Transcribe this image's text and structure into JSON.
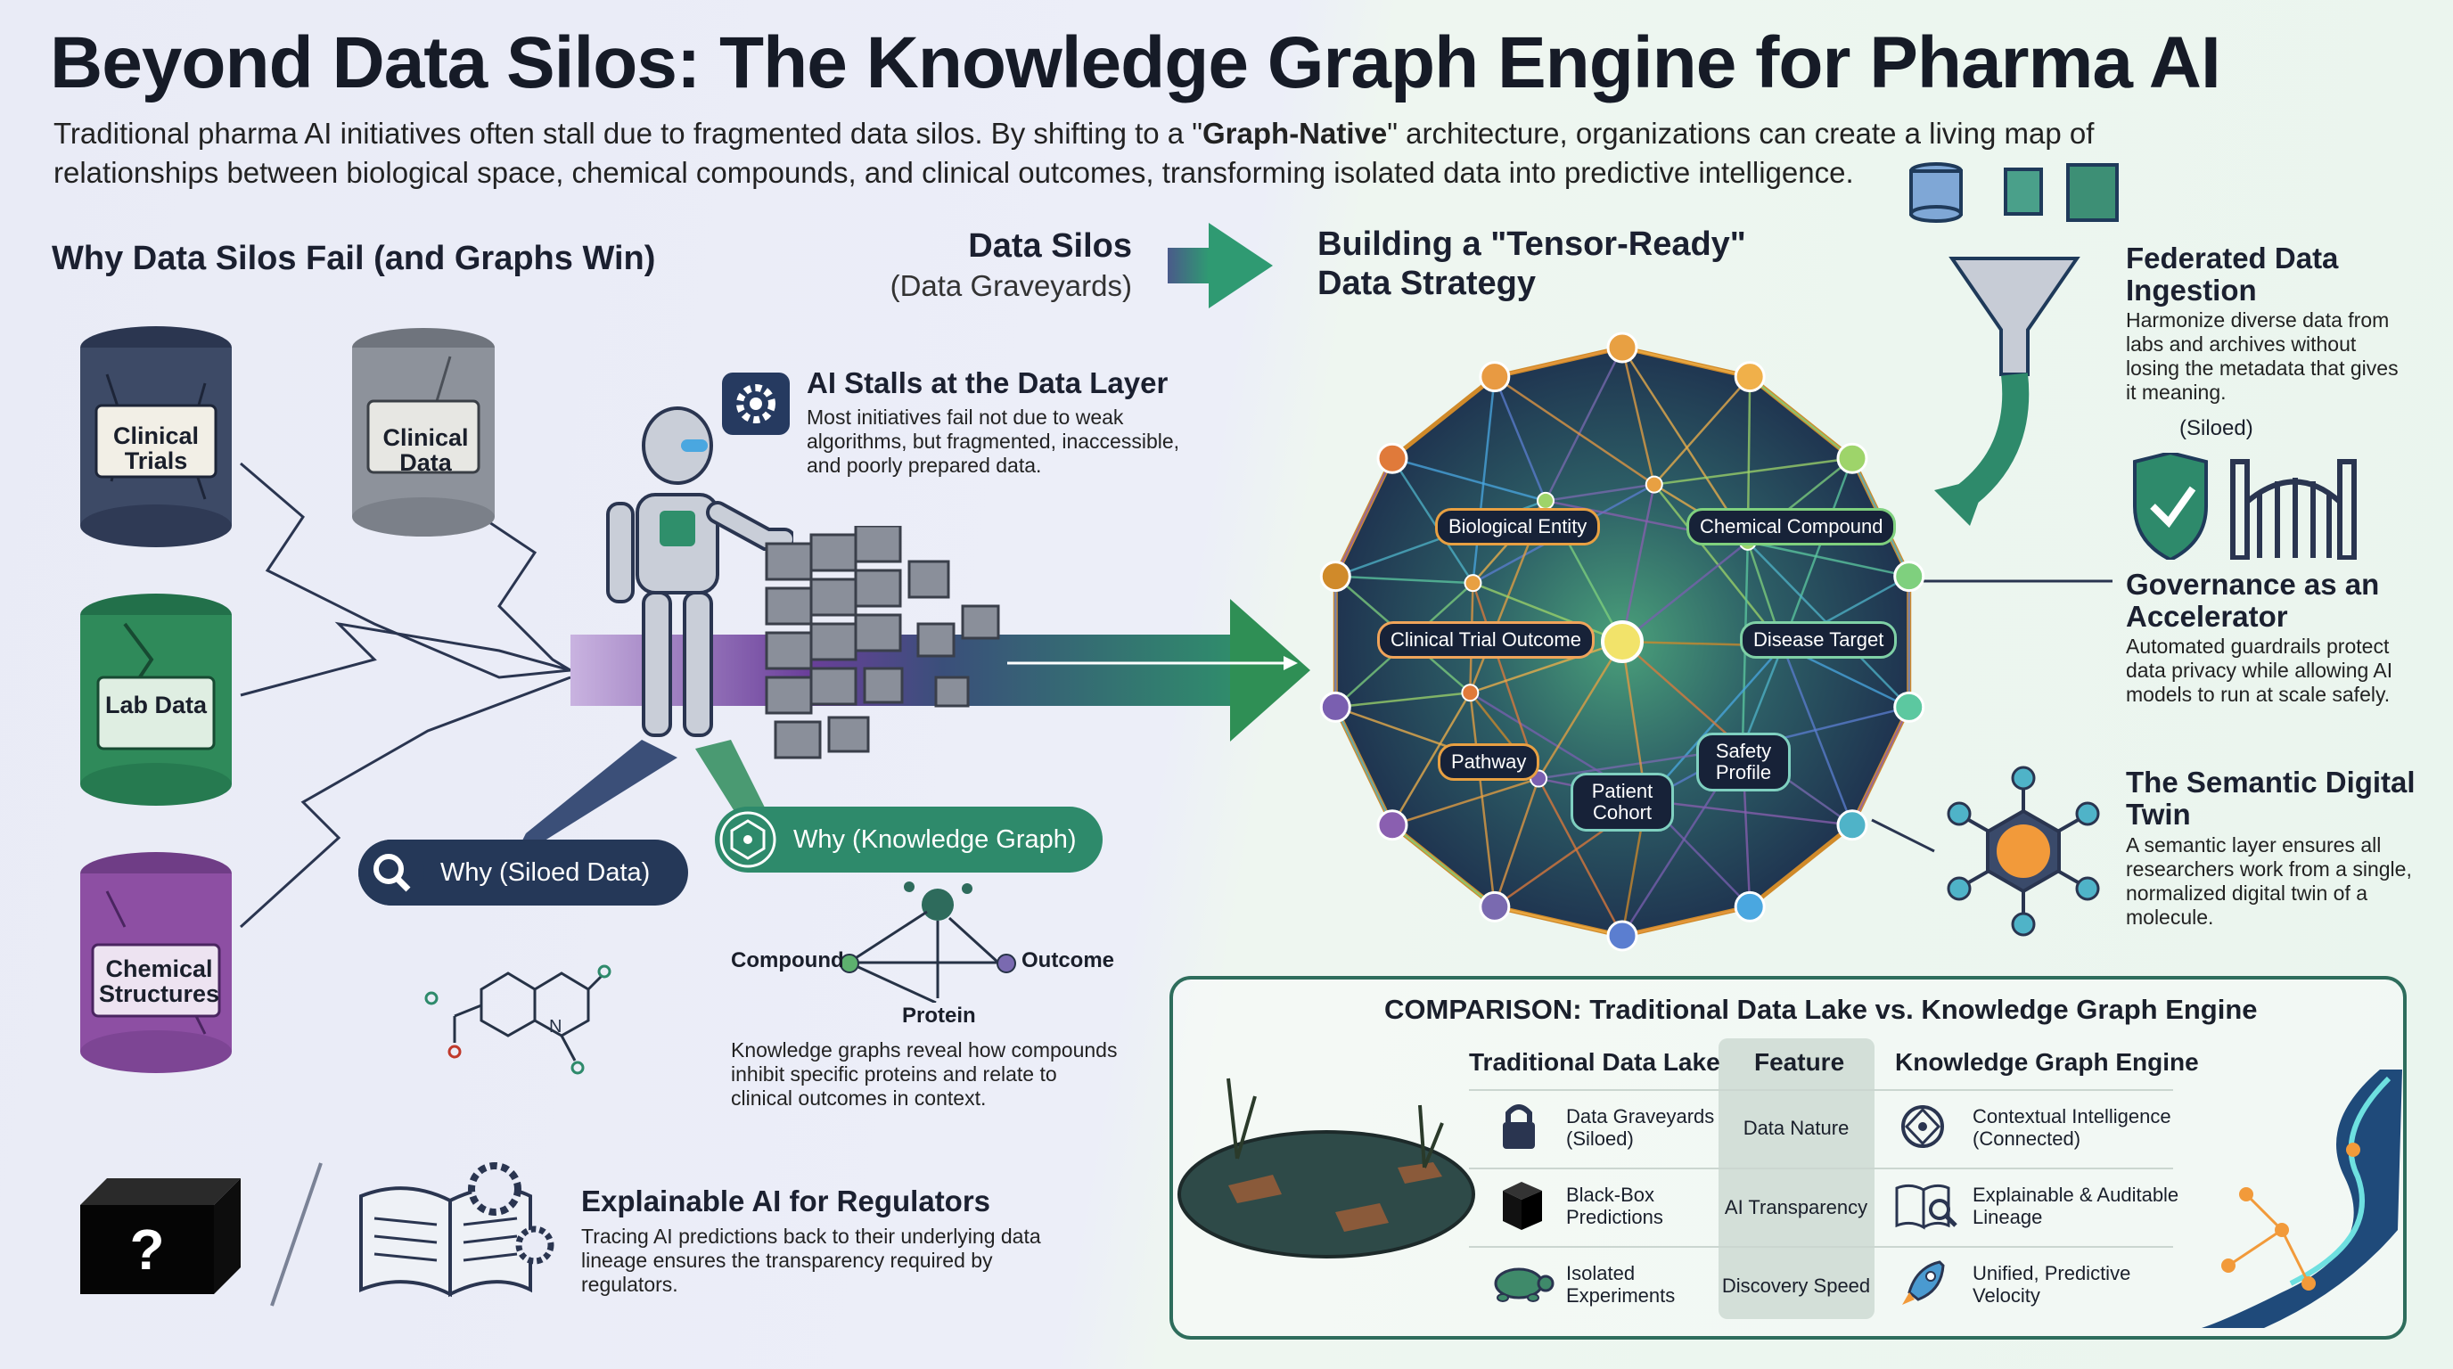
{
  "title": "Beyond Data Silos: The Knowledge Graph Engine for Pharma AI",
  "intro": {
    "before": "Traditional pharma AI initiatives often stall due to fragmented data silos. By shifting to a \"",
    "bold": "Graph-Native",
    "after": "\" architecture, organizations can create a living map of relationships between biological space, chemical compounds, and clinical outcomes, transforming isolated data into predictive intelligence."
  },
  "left": {
    "heading": "Why Data Silos Fail (and Graphs Win)",
    "silos": [
      {
        "label": "Clinical Trials",
        "color": "#3d4a66"
      },
      {
        "label": "Clinical Data",
        "color": "#8d929b"
      },
      {
        "label": "Lab Data",
        "color": "#2f8a5a"
      },
      {
        "label": "Chemical Structures",
        "color": "#8d4fa3"
      }
    ],
    "data_silos_title": "Data Silos",
    "data_silos_sub": "(Data Graveyards)",
    "ai_stalls_title": "AI Stalls at the Data Layer",
    "ai_stalls_text": "Most initiatives fail not due to weak algorithms, but fragmented, inaccessible, and poorly prepared data.",
    "why_siloed": "Why (Siloed Data)",
    "why_graph": "Why (Knowledge Graph)",
    "kg_compound": "Compound",
    "kg_outcome": "Outcome",
    "kg_protein": "Protein",
    "kg_text": "Knowledge graphs reveal how compounds inhibit specific proteins and relate to clinical outcomes in context.",
    "mol_atoms": [
      "N"
    ],
    "black_box_glyph": "?",
    "explainable_title": "Explainable AI for Regulators",
    "explainable_text": "Tracing AI predictions back to their underlying data lineage ensures the transparency required by regulators."
  },
  "center": {
    "strategy_title": "Building a \"Tensor-Ready\" Data Strategy",
    "nodes": [
      "Biological Entity",
      "Chemical Compound",
      "Clinical Trial Outcome",
      "Disease Target",
      "Pathway",
      "Safety Profile",
      "Patient Cohort"
    ]
  },
  "right": {
    "ingestion_title": "Federated Data Ingestion",
    "ingestion_text": "Harmonize diverse data from labs and archives without losing the metadata that gives it meaning.",
    "siloed_note": "(Siloed)",
    "governance_title": "Governance as an Accelerator",
    "governance_text": "Automated guardrails protect data privacy while allowing AI models to run at scale safely.",
    "twin_title": "The Semantic Digital Twin",
    "twin_text": "A semantic layer ensures all researchers work from a single, normalized digital twin of a molecule."
  },
  "comparison": {
    "title": "COMPARISON: Traditional Data Lake vs. Knowledge Graph Engine",
    "headers": [
      "Traditional Data Lake",
      "Feature",
      "Knowledge Graph Engine"
    ],
    "rows": [
      {
        "traditional": "Data Graveyards (Siloed)",
        "feature": "Data Nature",
        "graph": "Contextual Intelligence (Connected)",
        "t_icon": "lock-icon",
        "g_icon": "network-icon"
      },
      {
        "traditional": "Black-Box Predictions",
        "feature": "AI Transparency",
        "graph": "Explainable & Auditable Lineage",
        "t_icon": "black-box-icon",
        "g_icon": "book-search-icon"
      },
      {
        "traditional": "Isolated Experiments",
        "feature": "Discovery Speed",
        "graph": "Unified, Predictive Velocity",
        "t_icon": "turtle-icon",
        "g_icon": "rocket-icon"
      }
    ]
  },
  "colors": {
    "navy": "#233552",
    "green": "#2e8a6b",
    "purple": "#7a4f9f",
    "teal": "#2f8f85"
  }
}
